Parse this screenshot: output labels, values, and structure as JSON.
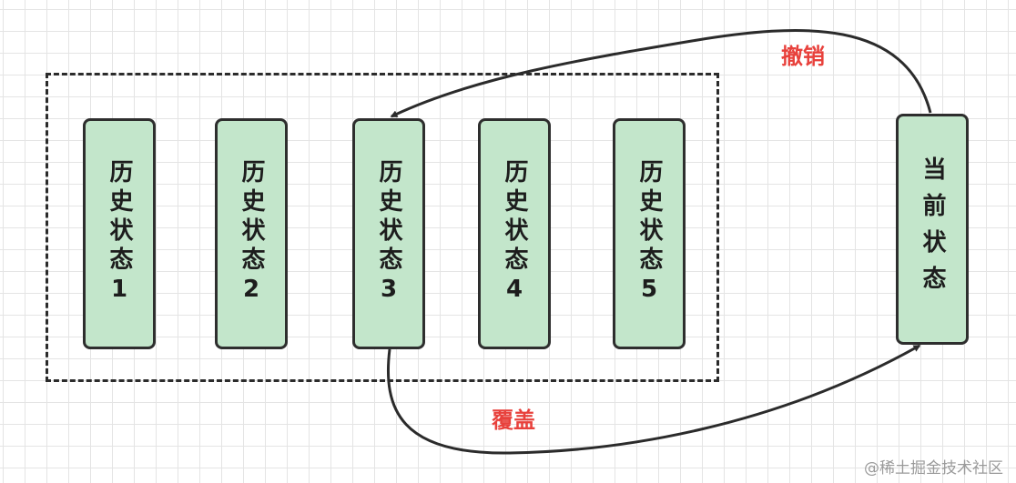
{
  "history_states": [
    {
      "label": "历史状态1"
    },
    {
      "label": "历史状态2"
    },
    {
      "label": "历史状态3"
    },
    {
      "label": "历史状态4"
    },
    {
      "label": "历史状态5"
    }
  ],
  "current_state": {
    "label": "当前状态"
  },
  "arrows": {
    "undo_label": "撤销",
    "overwrite_label": "覆盖"
  },
  "colors": {
    "box_fill": "#c3e6cb",
    "box_border": "#2e2e2e",
    "arrow_label": "#e8413c"
  },
  "watermark": "@稀土掘金技术社区"
}
